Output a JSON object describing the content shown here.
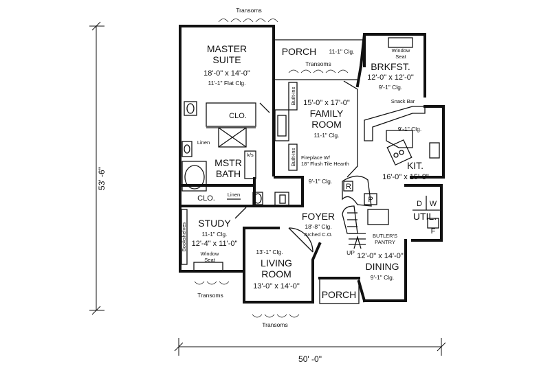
{
  "dimensions": {
    "width": "50' -0\"",
    "depth": "53' -6\""
  },
  "rooms": {
    "master_suite": {
      "name1": "MASTER",
      "name2": "SUITE",
      "size": "18'-0\" x 14'-0\"",
      "ceiling": "11'-1\" Flat Clg."
    },
    "porch_top": {
      "name": "PORCH",
      "ceiling": "11-1\" Clg."
    },
    "brkfst": {
      "name": "BRKFST.",
      "size": "12'-0\" x 12'-0\"",
      "ceiling": "9'-1\" Clg."
    },
    "family_room": {
      "size": "15'-0\" x 17'-0\"",
      "name1": "FAMILY",
      "name2": "ROOM",
      "ceiling": "11-1\" Clg."
    },
    "kitchen": {
      "ceiling": "9'-1\" Clg.",
      "name": "KIT.",
      "size": "16'-0\" x 15'-8\""
    },
    "master_bath": {
      "name1": "MSTR",
      "name2": "BATH"
    },
    "study": {
      "name": "STUDY",
      "ceiling": "11-1\" Clg.",
      "size": "12'-4\" x 11'-0\""
    },
    "foyer": {
      "name": "FOYER",
      "ceiling": "18'-8\" Clg.",
      "note": "Arched C.O."
    },
    "living_room": {
      "ceiling": "13'-1\" Clg.",
      "name1": "LIVING",
      "name2": "ROOM",
      "size": "13'-0\" x 14'-0\""
    },
    "dining": {
      "size": "12'-0\" x 14'-0\"",
      "name": "DINING",
      "ceiling": "9'-1\" Clg."
    },
    "porch_bottom": {
      "name": "PORCH"
    },
    "util": {
      "name": "UTIL."
    }
  },
  "labels": {
    "transoms": "Transoms",
    "window_seat1": "Window",
    "window_seat2": "Seat",
    "snack_bar": "Snack Bar",
    "clo": "CLO.",
    "linen": "Linen",
    "ks": "k/s",
    "built_ins": "Built-ins",
    "fireplace1": "Fireplace W/",
    "fireplace2": "18\" Flush Tile Hearth",
    "hall_clg": "9'-1\" Clg.",
    "butlers1": "BUTLER'S",
    "butlers2": "PANTRY",
    "up": "UP",
    "bookshelves": "Bookshelves",
    "r": "R",
    "p": "P",
    "d": "D",
    "w": "W",
    "f": "F"
  }
}
